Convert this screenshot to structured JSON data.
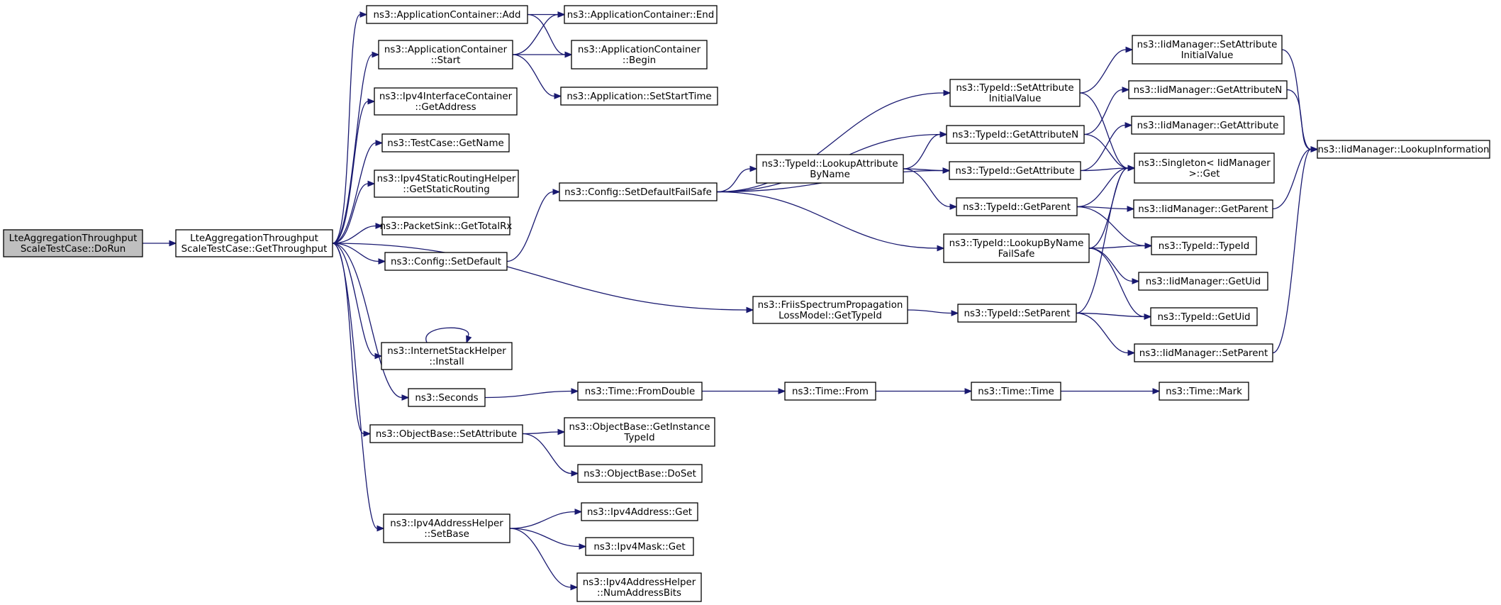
{
  "graph": {
    "nodes": [
      {
        "id": "DoRun",
        "lines": [
          "LteAggregationThroughput",
          "ScaleTestCase::DoRun"
        ],
        "root": true
      },
      {
        "id": "GetThroughput",
        "lines": [
          "LteAggregationThroughput",
          "ScaleTestCase::GetThroughput"
        ]
      },
      {
        "id": "AppContAdd",
        "lines": [
          "ns3::ApplicationContainer::Add"
        ]
      },
      {
        "id": "AppContEnd",
        "lines": [
          "ns3::ApplicationContainer::End"
        ]
      },
      {
        "id": "AppContStart",
        "lines": [
          "ns3::ApplicationContainer",
          "::Start"
        ]
      },
      {
        "id": "AppContBegin",
        "lines": [
          "ns3::ApplicationContainer",
          "::Begin"
        ]
      },
      {
        "id": "AppSetStartTime",
        "lines": [
          "ns3::Application::SetStartTime"
        ]
      },
      {
        "id": "Ipv4IfGetAddress",
        "lines": [
          "ns3::Ipv4InterfaceContainer",
          "::GetAddress"
        ]
      },
      {
        "id": "TestCaseGetName",
        "lines": [
          "ns3::TestCase::GetName"
        ]
      },
      {
        "id": "StaticRouting",
        "lines": [
          "ns3::Ipv4StaticRoutingHelper",
          "::GetStaticRouting"
        ]
      },
      {
        "id": "PacketSinkRx",
        "lines": [
          "ns3::PacketSink::GetTotalRx"
        ]
      },
      {
        "id": "ConfigSetDefault",
        "lines": [
          "ns3::Config::SetDefault"
        ]
      },
      {
        "id": "ConfigFailSafe",
        "lines": [
          "ns3::Config::SetDefaultFailSafe"
        ]
      },
      {
        "id": "TypeIdSetAttrInit",
        "lines": [
          "ns3::TypeId::SetAttribute",
          "InitialValue"
        ]
      },
      {
        "id": "TypeIdLookupAttr",
        "lines": [
          "ns3::TypeId::LookupAttribute",
          "ByName"
        ]
      },
      {
        "id": "TypeIdGetAttrN",
        "lines": [
          "ns3::TypeId::GetAttributeN"
        ]
      },
      {
        "id": "TypeIdGetAttr",
        "lines": [
          "ns3::TypeId::GetAttribute"
        ]
      },
      {
        "id": "TypeIdGetParent",
        "lines": [
          "ns3::TypeId::GetParent"
        ]
      },
      {
        "id": "TypeIdLookupByName",
        "lines": [
          "ns3::TypeId::LookupByName",
          "FailSafe"
        ]
      },
      {
        "id": "IidSetAttrInit",
        "lines": [
          "ns3::IidManager::SetAttribute",
          "InitialValue"
        ]
      },
      {
        "id": "IidGetAttrN",
        "lines": [
          "ns3::IidManager::GetAttributeN"
        ]
      },
      {
        "id": "IidGetAttr",
        "lines": [
          "ns3::IidManager::GetAttribute"
        ]
      },
      {
        "id": "SingletonGet",
        "lines": [
          "ns3::Singleton< IidManager",
          " >::Get"
        ]
      },
      {
        "id": "IidGetParent",
        "lines": [
          "ns3::IidManager::GetParent"
        ]
      },
      {
        "id": "IidLookupInfo",
        "lines": [
          "ns3::IidManager::LookupInformation"
        ]
      },
      {
        "id": "TypeIdTypeId",
        "lines": [
          "ns3::TypeId::TypeId"
        ]
      },
      {
        "id": "IidGetUid",
        "lines": [
          "ns3::IidManager::GetUid"
        ]
      },
      {
        "id": "TypeIdGetUid",
        "lines": [
          "ns3::TypeId::GetUid"
        ]
      },
      {
        "id": "IidSetParent",
        "lines": [
          "ns3::IidManager::SetParent"
        ]
      },
      {
        "id": "Friis",
        "lines": [
          "ns3::FriisSpectrumPropagation",
          "LossModel::GetTypeId"
        ]
      },
      {
        "id": "TypeIdSetParent",
        "lines": [
          "ns3::TypeId::SetParent"
        ]
      },
      {
        "id": "InternetInstall",
        "lines": [
          "ns3::InternetStackHelper",
          "::Install"
        ]
      },
      {
        "id": "Seconds",
        "lines": [
          "ns3::Seconds"
        ]
      },
      {
        "id": "TimeFromDouble",
        "lines": [
          "ns3::Time::FromDouble"
        ]
      },
      {
        "id": "TimeFrom",
        "lines": [
          "ns3::Time::From"
        ]
      },
      {
        "id": "TimeTime",
        "lines": [
          "ns3::Time::Time"
        ]
      },
      {
        "id": "TimeMark",
        "lines": [
          "ns3::Time::Mark"
        ]
      },
      {
        "id": "ObjSetAttr",
        "lines": [
          "ns3::ObjectBase::SetAttribute"
        ]
      },
      {
        "id": "ObjGetInstTypeId",
        "lines": [
          "ns3::ObjectBase::GetInstance",
          "TypeId"
        ]
      },
      {
        "id": "ObjDoSet",
        "lines": [
          "ns3::ObjectBase::DoSet"
        ]
      },
      {
        "id": "Ipv4AddrHelperSetBase",
        "lines": [
          "ns3::Ipv4AddressHelper",
          "::SetBase"
        ]
      },
      {
        "id": "Ipv4AddrGet",
        "lines": [
          "ns3::Ipv4Address::Get"
        ]
      },
      {
        "id": "Ipv4MaskGet",
        "lines": [
          "ns3::Ipv4Mask::Get"
        ]
      },
      {
        "id": "NumAddrBits",
        "lines": [
          "ns3::Ipv4AddressHelper",
          "::NumAddressBits"
        ]
      }
    ],
    "edges": [
      [
        "DoRun",
        "GetThroughput"
      ],
      [
        "GetThroughput",
        "AppContAdd"
      ],
      [
        "GetThroughput",
        "AppContStart"
      ],
      [
        "GetThroughput",
        "Ipv4IfGetAddress"
      ],
      [
        "GetThroughput",
        "TestCaseGetName"
      ],
      [
        "GetThroughput",
        "StaticRouting"
      ],
      [
        "GetThroughput",
        "PacketSinkRx"
      ],
      [
        "GetThroughput",
        "ConfigSetDefault"
      ],
      [
        "GetThroughput",
        "Friis"
      ],
      [
        "GetThroughput",
        "InternetInstall"
      ],
      [
        "GetThroughput",
        "Seconds"
      ],
      [
        "GetThroughput",
        "ObjSetAttr"
      ],
      [
        "GetThroughput",
        "Ipv4AddrHelperSetBase"
      ],
      [
        "AppContAdd",
        "AppContEnd"
      ],
      [
        "AppContAdd",
        "AppContBegin"
      ],
      [
        "AppContStart",
        "AppContEnd"
      ],
      [
        "AppContStart",
        "AppContBegin"
      ],
      [
        "AppContStart",
        "AppSetStartTime"
      ],
      [
        "ConfigSetDefault",
        "ConfigFailSafe"
      ],
      [
        "ConfigFailSafe",
        "TypeIdSetAttrInit"
      ],
      [
        "ConfigFailSafe",
        "TypeIdGetAttrN"
      ],
      [
        "ConfigFailSafe",
        "TypeIdLookupAttr"
      ],
      [
        "ConfigFailSafe",
        "TypeIdGetAttr"
      ],
      [
        "ConfigFailSafe",
        "TypeIdLookupByName"
      ],
      [
        "TypeIdLookupAttr",
        "TypeIdGetAttrN"
      ],
      [
        "TypeIdLookupAttr",
        "TypeIdGetAttr"
      ],
      [
        "TypeIdLookupAttr",
        "TypeIdGetParent"
      ],
      [
        "TypeIdSetAttrInit",
        "IidSetAttrInit"
      ],
      [
        "TypeIdSetAttrInit",
        "SingletonGet"
      ],
      [
        "TypeIdGetAttrN",
        "IidGetAttrN"
      ],
      [
        "TypeIdGetAttrN",
        "SingletonGet"
      ],
      [
        "TypeIdGetAttr",
        "IidGetAttr"
      ],
      [
        "TypeIdGetAttr",
        "SingletonGet"
      ],
      [
        "TypeIdGetParent",
        "SingletonGet"
      ],
      [
        "TypeIdGetParent",
        "IidGetParent"
      ],
      [
        "TypeIdGetParent",
        "TypeIdTypeId"
      ],
      [
        "TypeIdLookupByName",
        "SingletonGet"
      ],
      [
        "TypeIdLookupByName",
        "TypeIdTypeId"
      ],
      [
        "TypeIdLookupByName",
        "IidGetUid"
      ],
      [
        "TypeIdLookupByName",
        "TypeIdGetUid"
      ],
      [
        "IidSetAttrInit",
        "IidLookupInfo"
      ],
      [
        "IidGetAttrN",
        "IidLookupInfo"
      ],
      [
        "IidGetParent",
        "IidLookupInfo"
      ],
      [
        "IidSetParent",
        "IidLookupInfo"
      ],
      [
        "Friis",
        "TypeIdSetParent"
      ],
      [
        "TypeIdSetParent",
        "SingletonGet"
      ],
      [
        "TypeIdSetParent",
        "TypeIdGetUid"
      ],
      [
        "TypeIdSetParent",
        "IidSetParent"
      ],
      [
        "InternetInstall",
        "InternetInstall"
      ],
      [
        "Seconds",
        "TimeFromDouble"
      ],
      [
        "TimeFromDouble",
        "TimeFrom"
      ],
      [
        "TimeFrom",
        "TimeTime"
      ],
      [
        "TimeTime",
        "TimeMark"
      ],
      [
        "ObjSetAttr",
        "ObjGetInstTypeId"
      ],
      [
        "ObjSetAttr",
        "ObjDoSet"
      ],
      [
        "Ipv4AddrHelperSetBase",
        "Ipv4AddrGet"
      ],
      [
        "Ipv4AddrHelperSetBase",
        "Ipv4MaskGet"
      ],
      [
        "Ipv4AddrHelperSetBase",
        "NumAddrBits"
      ]
    ]
  }
}
